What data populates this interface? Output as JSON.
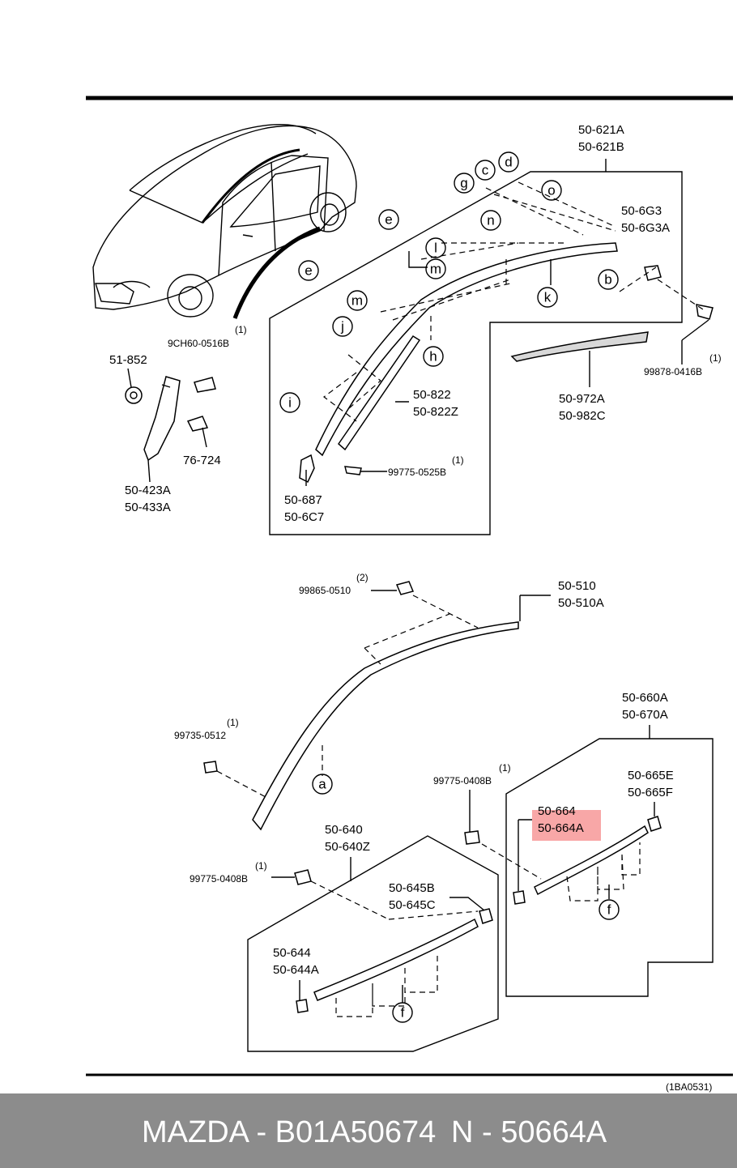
{
  "diagram_code": "(1BA0531)",
  "footer": {
    "left": "MAZDA - B01A50674",
    "right": "N - 50664A"
  },
  "highlight_color": "#f8a7a7",
  "callouts": [
    "a",
    "b",
    "c",
    "d",
    "e",
    "e",
    "f",
    "f",
    "f",
    "g",
    "h",
    "i",
    "j",
    "k",
    "l",
    "m",
    "m",
    "n",
    "o"
  ],
  "labels": {
    "p621a": "50-621A",
    "p621b": "50-621B",
    "p6g3": "50-6G3",
    "p6g3a": "50-6G3A",
    "p98780": "99878-0416B",
    "p98780q": "(1)",
    "p972a": "50-972A",
    "p982c": "50-982C",
    "p822": "50-822",
    "p822z": "50-822Z",
    "p99775a": "99775-0525B",
    "p99775aq": "(1)",
    "p687": "50-687",
    "p6c7": "50-6C7",
    "p9ch60": "9CH60-0516B",
    "p9ch60q": "(1)",
    "p51852": "51-852",
    "p76724": "76-724",
    "p423a": "50-423A",
    "p433a": "50-433A",
    "p99865": "99865-0510",
    "p99865q": "(2)",
    "p510": "50-510",
    "p510a": "50-510A",
    "p99735": "99735-0512",
    "p99735q": "(1)",
    "p660a": "50-660A",
    "p670a": "50-670A",
    "p99775b": "99775-0408B",
    "p99775bq": "(1)",
    "p664": "50-664",
    "p664a": "50-664A",
    "p665e": "50-665E",
    "p665f": "50-665F",
    "p640": "50-640",
    "p640z": "50-640Z",
    "p99775c": "99775-0408B",
    "p99775cq": "(1)",
    "p645b": "50-645B",
    "p645c": "50-645C",
    "p644": "50-644",
    "p644a": "50-644A"
  }
}
